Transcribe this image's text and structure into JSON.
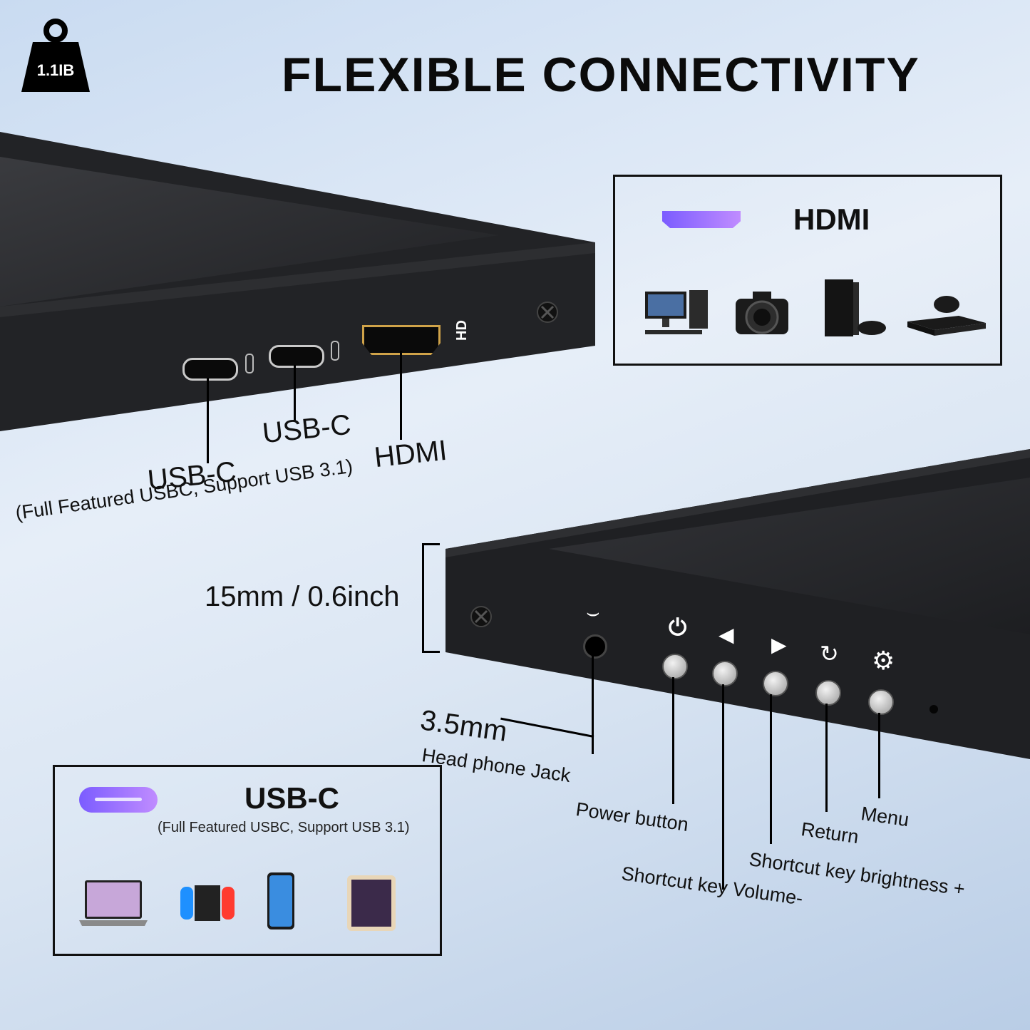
{
  "weight": {
    "label": "1.1IB",
    "icon": "weight-icon"
  },
  "headline": "FLEXIBLE CONNECTIVITY",
  "ports_callouts": {
    "usbc_1": "USB-C",
    "usbc_1_note": "(Full Featured USBC, Support USB 3.1)",
    "usbc_2": "USB-C",
    "hdmi": "HDMI",
    "hd_badge": "HD"
  },
  "thickness": "15mm / 0.6inch",
  "jack": {
    "title": "3.5mm",
    "subtitle": "Head phone Jack"
  },
  "buttons": {
    "power": "Power button",
    "volume": "Shortcut key Volume-",
    "brightness": "Shortcut key brightness +",
    "return": "Return",
    "menu": "Menu"
  },
  "hdmi_panel": {
    "title": "HDMI",
    "devices": [
      "desktop-computer-icon",
      "camera-icon",
      "game-console-icon",
      "xbox-console-icon"
    ]
  },
  "usbc_panel": {
    "title": "USB-C",
    "subtitle": "(Full Featured USBC, Support USB 3.1)",
    "devices": [
      "laptop-icon",
      "switch-console-icon",
      "smartphone-icon",
      "tablet-icon"
    ]
  },
  "colors": {
    "port_accent_start": "#7b5cff",
    "port_accent_end": "#c08cff",
    "monitor": "#1c1d20"
  }
}
